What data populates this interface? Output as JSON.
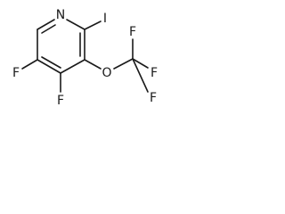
{
  "atoms": {
    "ring_nitrogen": "N",
    "iodine": "I",
    "fluorine_left": "F",
    "fluorine_bottom": "F",
    "oxygen": "O",
    "cf3_fluorine_top": "F",
    "cf3_fluorine_right": "F",
    "cf3_fluorine_bottom": "F"
  }
}
